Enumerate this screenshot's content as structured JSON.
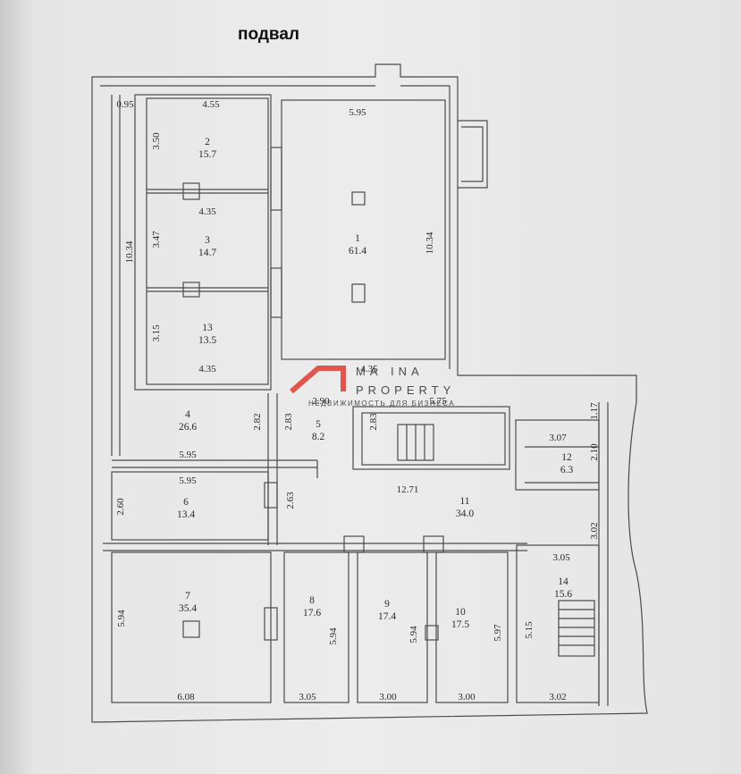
{
  "floor_title": "подвал",
  "watermark": {
    "name_left": "MA",
    "name_right": "INA",
    "property": "PROPERTY",
    "tagline": "НЕДВИЖИМОСТЬ ДЛЯ БИЗНЕСА",
    "logo_color": "#e0453f"
  },
  "rooms": [
    {
      "number": "1",
      "area": "61.4"
    },
    {
      "number": "2",
      "area": "15.7"
    },
    {
      "number": "3",
      "area": "14.7"
    },
    {
      "number": "13",
      "area": "13.5"
    },
    {
      "number": "4",
      "area": "26.6"
    },
    {
      "number": "5",
      "area": "8.2"
    },
    {
      "number": "6",
      "area": "13.4"
    },
    {
      "number": "7",
      "area": "35.4"
    },
    {
      "number": "8",
      "area": "17.6"
    },
    {
      "number": "9",
      "area": "17.4"
    },
    {
      "number": "10",
      "area": "17.5"
    },
    {
      "number": "11",
      "area": "34.0"
    },
    {
      "number": "12",
      "area": "6.3"
    },
    {
      "number": "14",
      "area": "15.6"
    }
  ],
  "dimensions": [
    "0.95",
    "4.55",
    "5.95",
    "3.50",
    "4.35",
    "3.47",
    "10.34",
    "10.34",
    "3.15",
    "4.35",
    "4.35",
    "2.90",
    "5.75",
    "2.82",
    "2.83",
    "2.83",
    "1.17",
    "3.07",
    "2.10",
    "5.95",
    "5.95",
    "12.71",
    "2.60",
    "2.63",
    "3.02",
    "3.05",
    "5.94",
    "5.94",
    "5.94",
    "5.97",
    "5.15",
    "6.08",
    "3.05",
    "3.00",
    "3.00",
    "3.02"
  ]
}
